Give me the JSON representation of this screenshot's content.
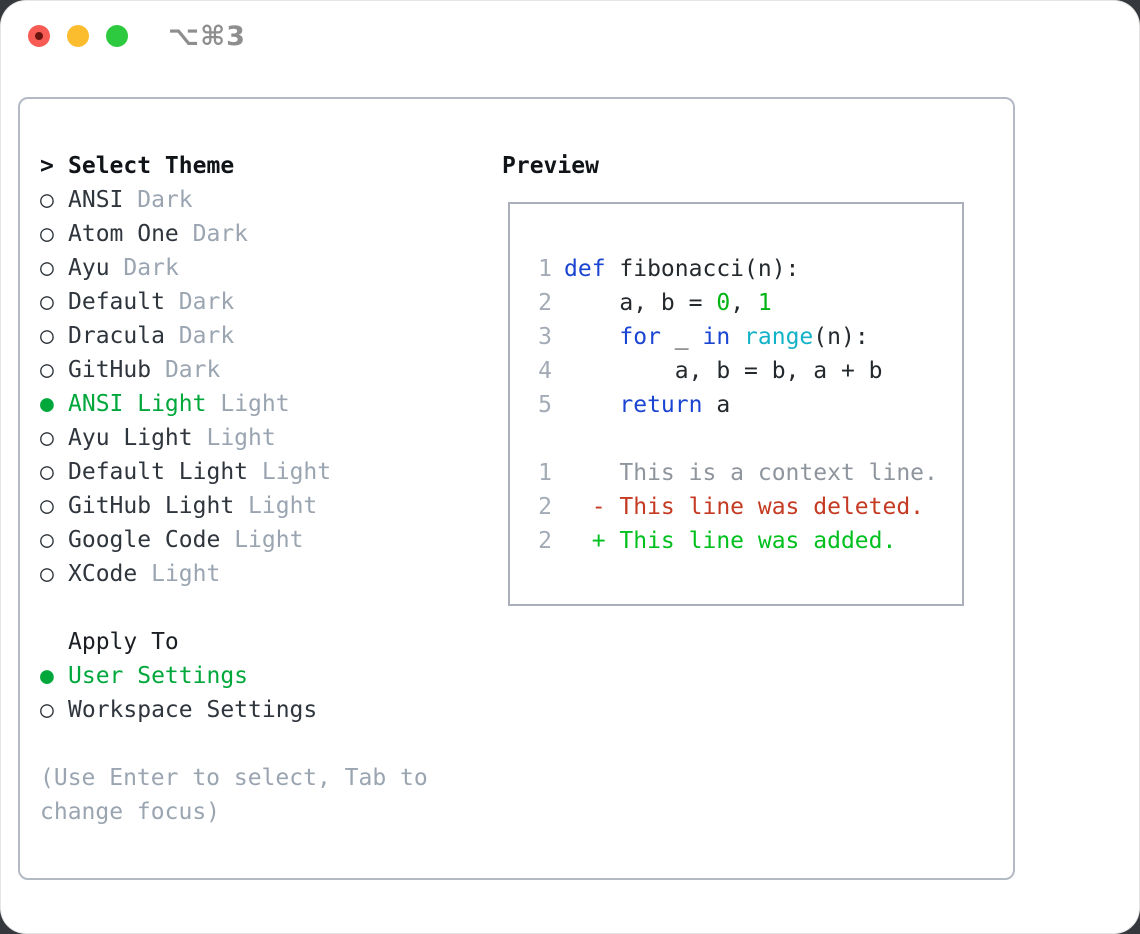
{
  "window": {
    "title": "⌥⌘3"
  },
  "theme_picker": {
    "cursor": ">",
    "title": "Select Theme",
    "items": [
      {
        "bullet": "○",
        "name": "ANSI",
        "tag": "Dark",
        "selected": false
      },
      {
        "bullet": "○",
        "name": "Atom One",
        "tag": "Dark",
        "selected": false
      },
      {
        "bullet": "○",
        "name": "Ayu",
        "tag": "Dark",
        "selected": false
      },
      {
        "bullet": "○",
        "name": "Default",
        "tag": "Dark",
        "selected": false
      },
      {
        "bullet": "○",
        "name": "Dracula",
        "tag": "Dark",
        "selected": false
      },
      {
        "bullet": "○",
        "name": "GitHub",
        "tag": "Dark",
        "selected": false
      },
      {
        "bullet": "●",
        "name": "ANSI Light",
        "tag": "Light",
        "selected": true
      },
      {
        "bullet": "○",
        "name": "Ayu Light",
        "tag": "Light",
        "selected": false
      },
      {
        "bullet": "○",
        "name": "Default Light",
        "tag": "Light",
        "selected": false
      },
      {
        "bullet": "○",
        "name": "GitHub Light",
        "tag": "Light",
        "selected": false
      },
      {
        "bullet": "○",
        "name": "Google Code",
        "tag": "Light",
        "selected": false
      },
      {
        "bullet": "○",
        "name": "XCode",
        "tag": "Light",
        "selected": false
      }
    ],
    "apply_to": {
      "title": "Apply To",
      "options": [
        {
          "bullet": "●",
          "name": "User Settings",
          "selected": true
        },
        {
          "bullet": "○",
          "name": "Workspace Settings",
          "selected": false
        }
      ]
    },
    "help_lines": [
      "(Use Enter to select, Tab to",
      "change focus)"
    ]
  },
  "preview": {
    "title": "Preview",
    "code": [
      {
        "ln": "1",
        "tokens": [
          {
            "t": "def",
            "c": "kw"
          },
          {
            "t": " fibonacci(n):",
            "c": "pl"
          }
        ]
      },
      {
        "ln": "2",
        "tokens": [
          {
            "t": "    a, b = ",
            "c": "pl"
          },
          {
            "t": "0",
            "c": "num"
          },
          {
            "t": ", ",
            "c": "pl"
          },
          {
            "t": "1",
            "c": "num"
          }
        ]
      },
      {
        "ln": "3",
        "tokens": [
          {
            "t": "    ",
            "c": "pl"
          },
          {
            "t": "for",
            "c": "kw"
          },
          {
            "t": " _ ",
            "c": "pl"
          },
          {
            "t": "in",
            "c": "kw"
          },
          {
            "t": " ",
            "c": "pl"
          },
          {
            "t": "range",
            "c": "fn"
          },
          {
            "t": "(n):",
            "c": "pl"
          }
        ]
      },
      {
        "ln": "4",
        "tokens": [
          {
            "t": "        a, b = b, a + b",
            "c": "pl"
          }
        ]
      },
      {
        "ln": "5",
        "tokens": [
          {
            "t": "    ",
            "c": "pl"
          },
          {
            "t": "return",
            "c": "kw"
          },
          {
            "t": " a",
            "c": "pl"
          }
        ]
      }
    ],
    "diff": [
      {
        "ln": "1",
        "text": "    This is a context line.",
        "kind": "context"
      },
      {
        "ln": "2",
        "text": "  - This line was deleted.",
        "kind": "deleted"
      },
      {
        "ln": "2",
        "text": "  + This line was added.",
        "kind": "added"
      }
    ]
  },
  "colors": {
    "selected_green": "#00a83c",
    "keyword_blue": "#1a44d2",
    "builtin_cyan": "#12b3c8",
    "number_green": "#00b414",
    "added_green": "#00c01e",
    "deleted_red": "#c53a22",
    "muted_gray": "#9aa5b1",
    "panel_border": "#b3bac3",
    "preview_border": "#a9b0ba",
    "traffic_red": "#f75b54",
    "traffic_yellow": "#fbbc2e",
    "traffic_green": "#2dc93f"
  }
}
